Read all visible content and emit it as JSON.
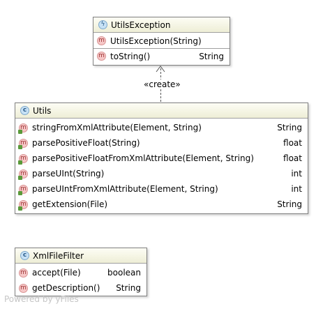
{
  "diagram": {
    "stereotype_label": "«create»",
    "watermark": "Powered by yFiles",
    "classes": {
      "utils_exception": {
        "name": "UtilsException",
        "icon": "exception-class-icon",
        "members": [
          {
            "name": "UtilsException(String)",
            "type": ""
          }
        ],
        "methods": [
          {
            "name": "toString()",
            "type": "String"
          }
        ]
      },
      "utils": {
        "name": "Utils",
        "icon": "class-icon",
        "members": [
          {
            "name": "stringFromXmlAttribute(Element, String)",
            "type": "String"
          },
          {
            "name": "parsePositiveFloat(String)",
            "type": "float"
          },
          {
            "name": "parsePositiveFloatFromXmlAttribute(Element, String)",
            "type": "float"
          },
          {
            "name": "parseUInt(String)",
            "type": "int"
          },
          {
            "name": "parseUIntFromXmlAttribute(Element, String)",
            "type": "int"
          },
          {
            "name": "getExtension(File)",
            "type": "String"
          }
        ]
      },
      "xml_file_filter": {
        "name": "XmlFileFilter",
        "icon": "class-icon",
        "members": [
          {
            "name": "accept(File)",
            "type": "boolean"
          },
          {
            "name": "getDescription()",
            "type": "String"
          }
        ]
      }
    },
    "icon_letters": {
      "method": "m",
      "class": "c",
      "exception": "ϟ"
    }
  }
}
